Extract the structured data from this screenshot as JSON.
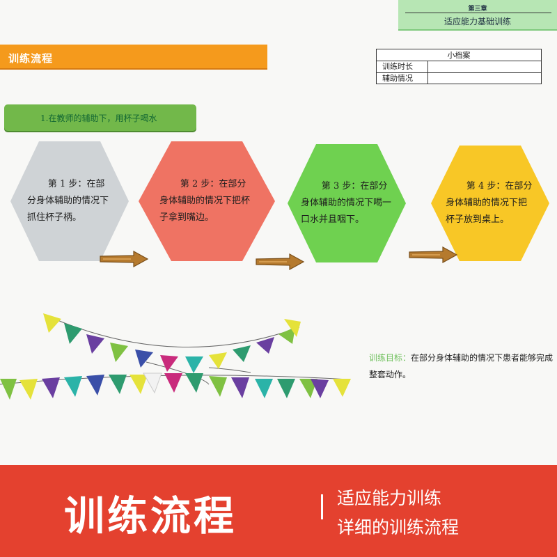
{
  "chapter": {
    "number": "第三章",
    "title": "适应能力基础训练"
  },
  "section_title": "训练流程",
  "record_table": {
    "title": "小档案",
    "rows": [
      {
        "label": "训练时长",
        "value": ""
      },
      {
        "label": "辅助情况",
        "value": ""
      }
    ]
  },
  "task": {
    "title": "1.在教师的辅助下，用杯子喝水"
  },
  "steps": [
    {
      "text": "第 1 步：在部分身体辅助的情况下抓住杯子柄。",
      "color": "#cfd3d6"
    },
    {
      "text": "第 2 步：在部分身体辅助的情况下把杯子拿到嘴边。",
      "color": "#ef7363"
    },
    {
      "text": "第 3 步：在部分身体辅助的情况下喝一口水并且咽下。",
      "color": "#6fd150"
    },
    {
      "text": "第 4 步：在部分身体辅助的情况下把杯子放到桌上。",
      "color": "#f8c726"
    }
  ],
  "goal": {
    "label": "训练目标：",
    "text": "在部分身体辅助的情况下患者能够完成整套动作。"
  },
  "banner": {
    "title": "训练流程",
    "line1": "适应能力训练",
    "line2": "详细的训练流程"
  },
  "colors": {
    "banner": "#e4412f",
    "section_bar": "#f59a1c",
    "task_pill": "#72b84a",
    "chapter_tab": "#b7e6b4"
  },
  "decorations": {
    "pennant_colors": [
      "#e5e23a",
      "#2e9b6f",
      "#6a3fa0",
      "#7fc142",
      "#3a4fa8",
      "#c92b7c",
      "#2bb3a8",
      "#f2f2f2"
    ]
  }
}
